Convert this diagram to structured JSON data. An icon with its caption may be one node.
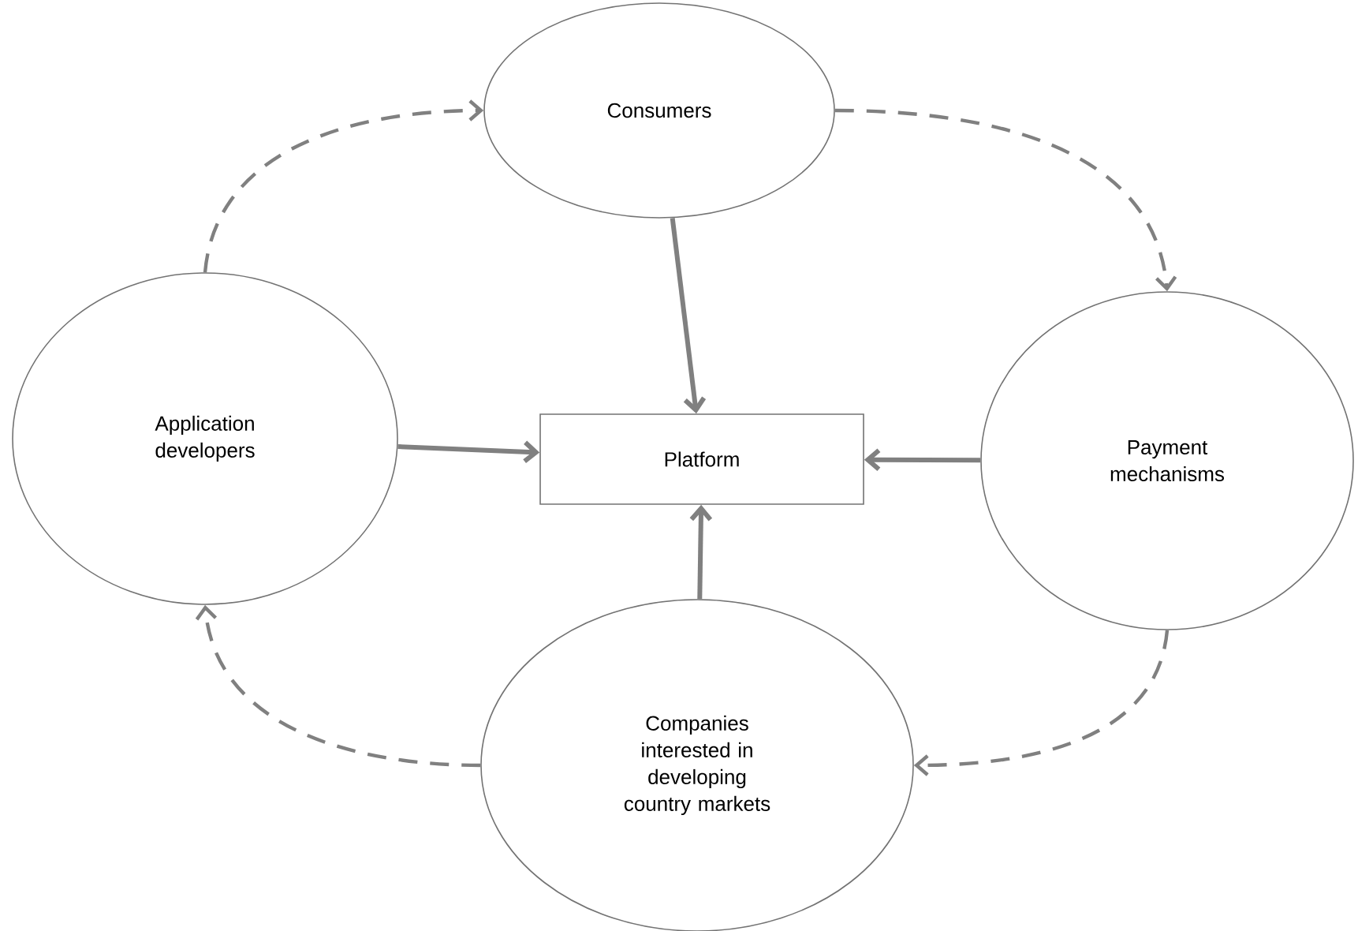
{
  "diagram": {
    "nodes": [
      {
        "text": [
          "Consumers"
        ]
      },
      {
        "text": [
          "Application developers"
        ]
      },
      {
        "text": [
          "Platform"
        ]
      },
      {
        "text": [
          "Payment mechanisms"
        ]
      },
      {
        "text": [
          "Companies interested in developing country markets"
        ]
      }
    ],
    "edges": [
      {
        "from": 1,
        "to": 0,
        "arrow": "to",
        "style": "dashed"
      },
      {
        "from": 0,
        "to": 3,
        "arrow": "to",
        "style": "dashed"
      },
      {
        "from": 0,
        "to": 2,
        "arrow": "to"
      },
      {
        "from": 1,
        "to": 2,
        "arrow": "to"
      },
      {
        "from": 3,
        "to": 2,
        "arrow": "to"
      },
      {
        "from": 4,
        "to": 2,
        "arrow": "to"
      },
      {
        "from": 3,
        "to": 4,
        "arrow": "to",
        "style": "dashed"
      },
      {
        "from": 4,
        "to": 1,
        "arrow": "to",
        "style": "dashed"
      }
    ]
  }
}
